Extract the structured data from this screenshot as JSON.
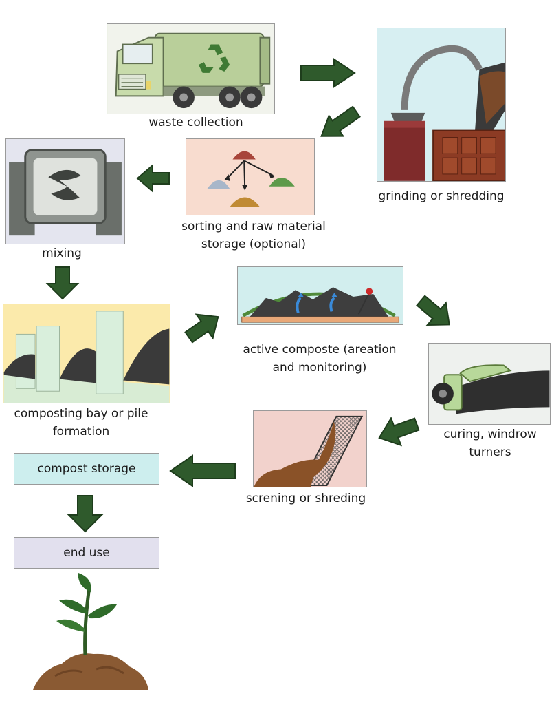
{
  "steps": {
    "waste_collection": "waste collection",
    "grinding": "grinding or shredding",
    "sorting": "sorting and raw material\nstorage (optional)",
    "mixing": "mixing",
    "composting_bay": "composting bay or pile\nformation",
    "active_compost": "active composte (areation\nand monitoring)",
    "curing": "curing, windrow\nturners",
    "screening": "screning or shreding",
    "compost_storage": "compost storage",
    "end_use": "end use"
  },
  "colors": {
    "arrow": "#2f5a2c",
    "arrow_edge": "#1e3d1c",
    "compost_storage_box": "#cdeeee",
    "end_use_box": "#e2e0ee",
    "truck": "#b9cf9a",
    "soil": "#8a5a33",
    "leaf": "#2f6b2a"
  },
  "icons": [
    "recycle-icon"
  ]
}
